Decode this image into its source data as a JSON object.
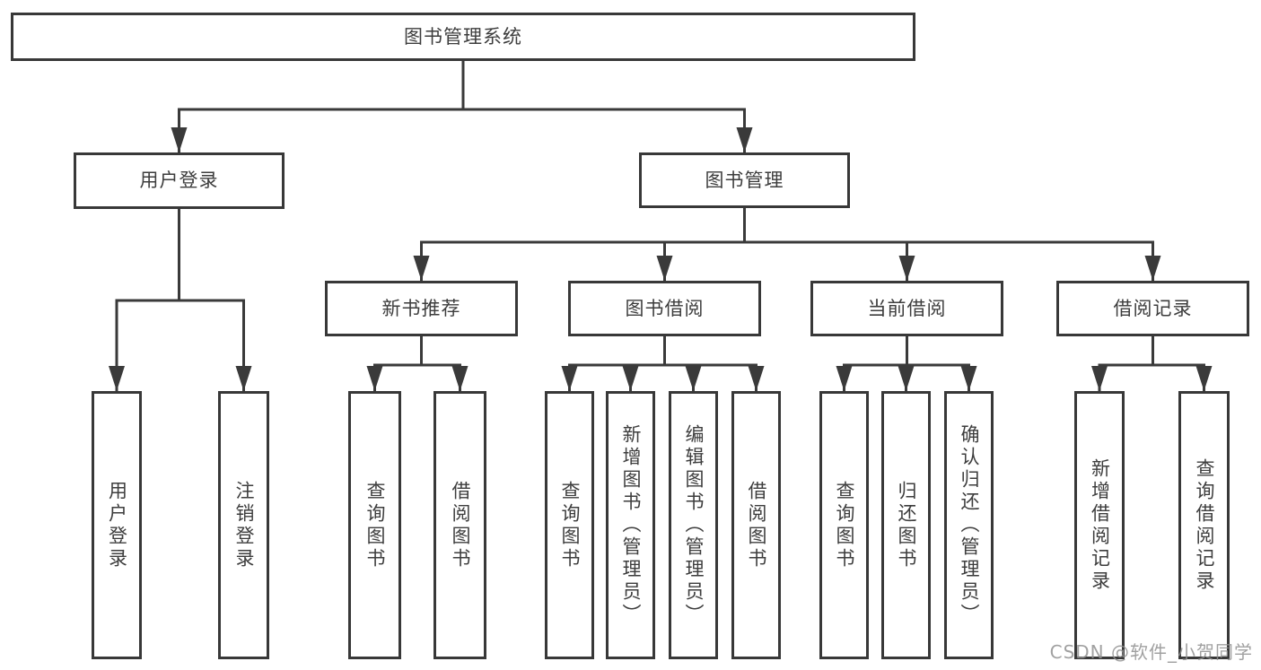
{
  "structure": {
    "root": {
      "label": "图书管理系统",
      "children": [
        {
          "label": "用户登录",
          "children": [
            {
              "label": "用户登录"
            },
            {
              "label": "注销登录"
            }
          ]
        },
        {
          "label": "图书管理",
          "children": [
            {
              "label": "新书推荐",
              "children": [
                {
                  "label": "查询图书"
                },
                {
                  "label": "借阅图书"
                }
              ]
            },
            {
              "label": "图书借阅",
              "children": [
                {
                  "label": "查询图书"
                },
                {
                  "label": "新增图书（管理员）"
                },
                {
                  "label": "编辑图书（管理员）"
                },
                {
                  "label": "借阅图书"
                }
              ]
            },
            {
              "label": "当前借阅",
              "children": [
                {
                  "label": "查询图书"
                },
                {
                  "label": "归还图书"
                },
                {
                  "label": "确认归还（管理员）"
                }
              ]
            },
            {
              "label": "借阅记录",
              "children": [
                {
                  "label": "新增借阅记录"
                },
                {
                  "label": "查询借阅记录"
                }
              ]
            }
          ]
        }
      ]
    },
    "line_color": "#3a3a3a",
    "text_color": "#3d3d3d"
  },
  "page": {
    "watermark": "CSDN @软件_小贺同学"
  }
}
